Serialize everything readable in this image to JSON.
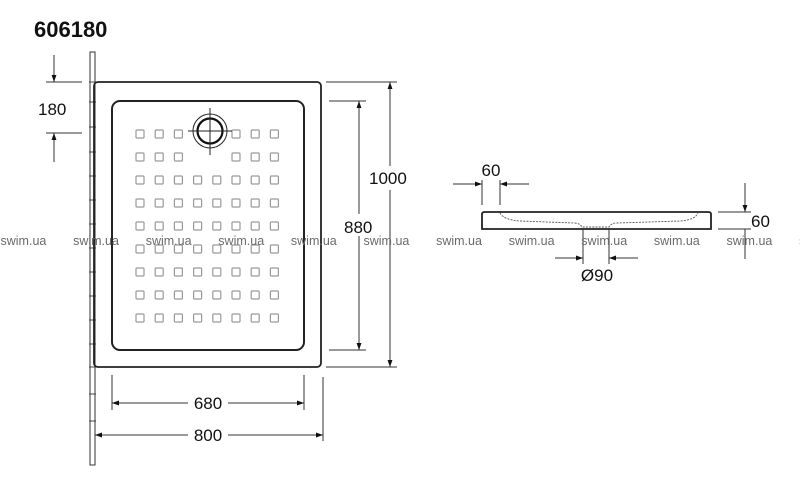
{
  "title": "606180",
  "watermark": "swim.ua",
  "plan_view": {
    "drain_offset_label": "180",
    "outer_length_label": "1000",
    "inner_length_label": "880",
    "inner_width_label": "680",
    "outer_width_label": "800",
    "grip_grid": {
      "rows": 9,
      "columns": 8,
      "drain_gap_rows": 2
    }
  },
  "section_view": {
    "rim_label": "60",
    "height_label": "60",
    "drain_diameter_label": "Ø90"
  },
  "colors": {
    "line": "#222222",
    "grip": "#9a9a9a",
    "watermark": "#6a6a6a"
  }
}
